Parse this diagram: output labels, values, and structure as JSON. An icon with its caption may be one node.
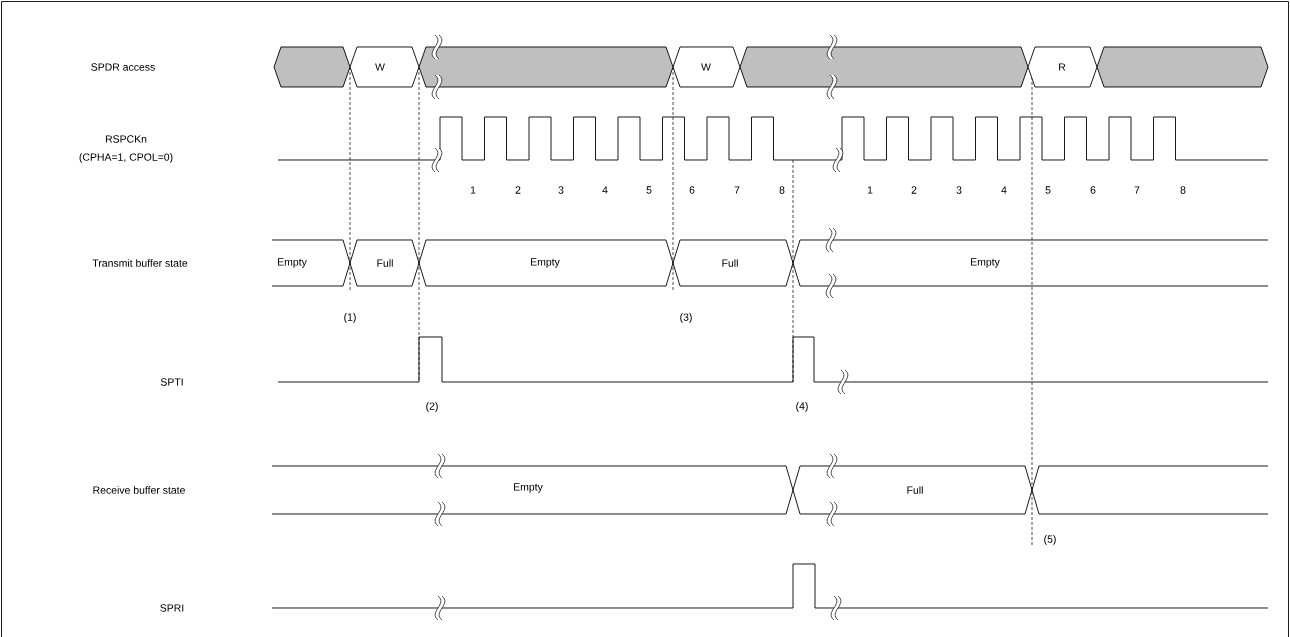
{
  "diagram": {
    "labels": [
      "SPDR access",
      "W",
      "W",
      "R",
      "RSPCKn",
      "(CPHA=1, CPOL=0)",
      "1",
      "2",
      "3",
      "4",
      "5",
      "6",
      "7",
      "8",
      "1",
      "2",
      "3",
      "4",
      "5",
      "6",
      "7",
      "8",
      "Transmit buffer state",
      "Empty",
      "Full",
      "Empty",
      "Full",
      "Empty",
      "(1)",
      "(3)",
      "SPTI",
      "(2)",
      "(4)",
      "Receive buffer state",
      "Empty",
      "Full",
      "(5)",
      "SPRI"
    ]
  }
}
